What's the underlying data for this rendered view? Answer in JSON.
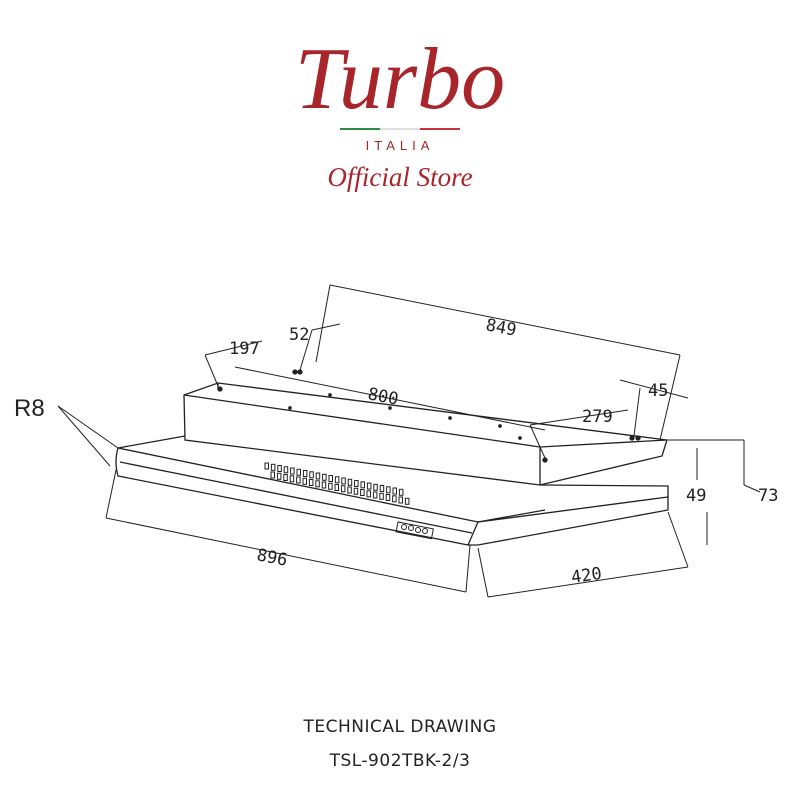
{
  "brand": {
    "name": "Turbo",
    "sub": "ITALIA",
    "tagline": "Official Store",
    "colors": {
      "brand_red": "#A8252B",
      "flag_green": "#2E8B4A",
      "flag_red": "#C8323A"
    }
  },
  "drawing": {
    "radius_label": "R8",
    "dimensions": {
      "top_depth": "849",
      "front_width": "896",
      "depth": "420",
      "width_800": "800",
      "offset_197": "197",
      "offset_52": "52",
      "offset_279": "279",
      "offset_45": "45",
      "height_49": "49",
      "height_73": "73"
    }
  },
  "caption": {
    "line1": "TECHNICAL DRAWING",
    "line2": "TSL-902TBK-2/3"
  }
}
